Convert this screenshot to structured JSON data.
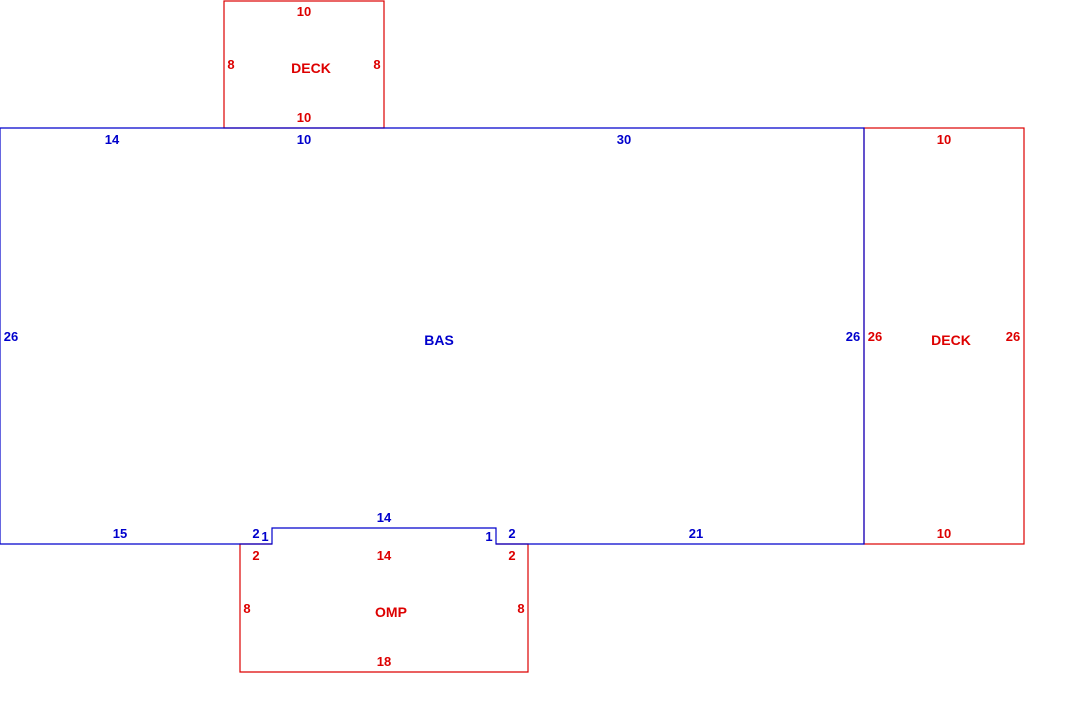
{
  "colors": {
    "bas": "#0000cc",
    "addition": "#dd0000"
  },
  "deck_top": {
    "name": "DECK",
    "dims": {
      "top": "10",
      "left": "8",
      "right": "8",
      "bottom": "10"
    }
  },
  "bas": {
    "name": "BAS",
    "dims": {
      "top_left": "14",
      "top_mid": "10",
      "top_right": "30",
      "left": "26",
      "right": "26",
      "bottom_left": "15",
      "notch_left_step": "2",
      "notch_left_inner": "1",
      "notch_top": "14",
      "notch_right_inner": "1",
      "notch_right_step": "2",
      "bottom_right": "21"
    }
  },
  "deck_right": {
    "name": "DECK",
    "dims": {
      "top": "10",
      "left": "26",
      "right": "26",
      "bottom": "10"
    }
  },
  "omp": {
    "name": "OMP",
    "dims": {
      "step_left": "2",
      "top": "14",
      "step_right": "2",
      "left": "8",
      "right": "8",
      "bottom": "18"
    }
  }
}
